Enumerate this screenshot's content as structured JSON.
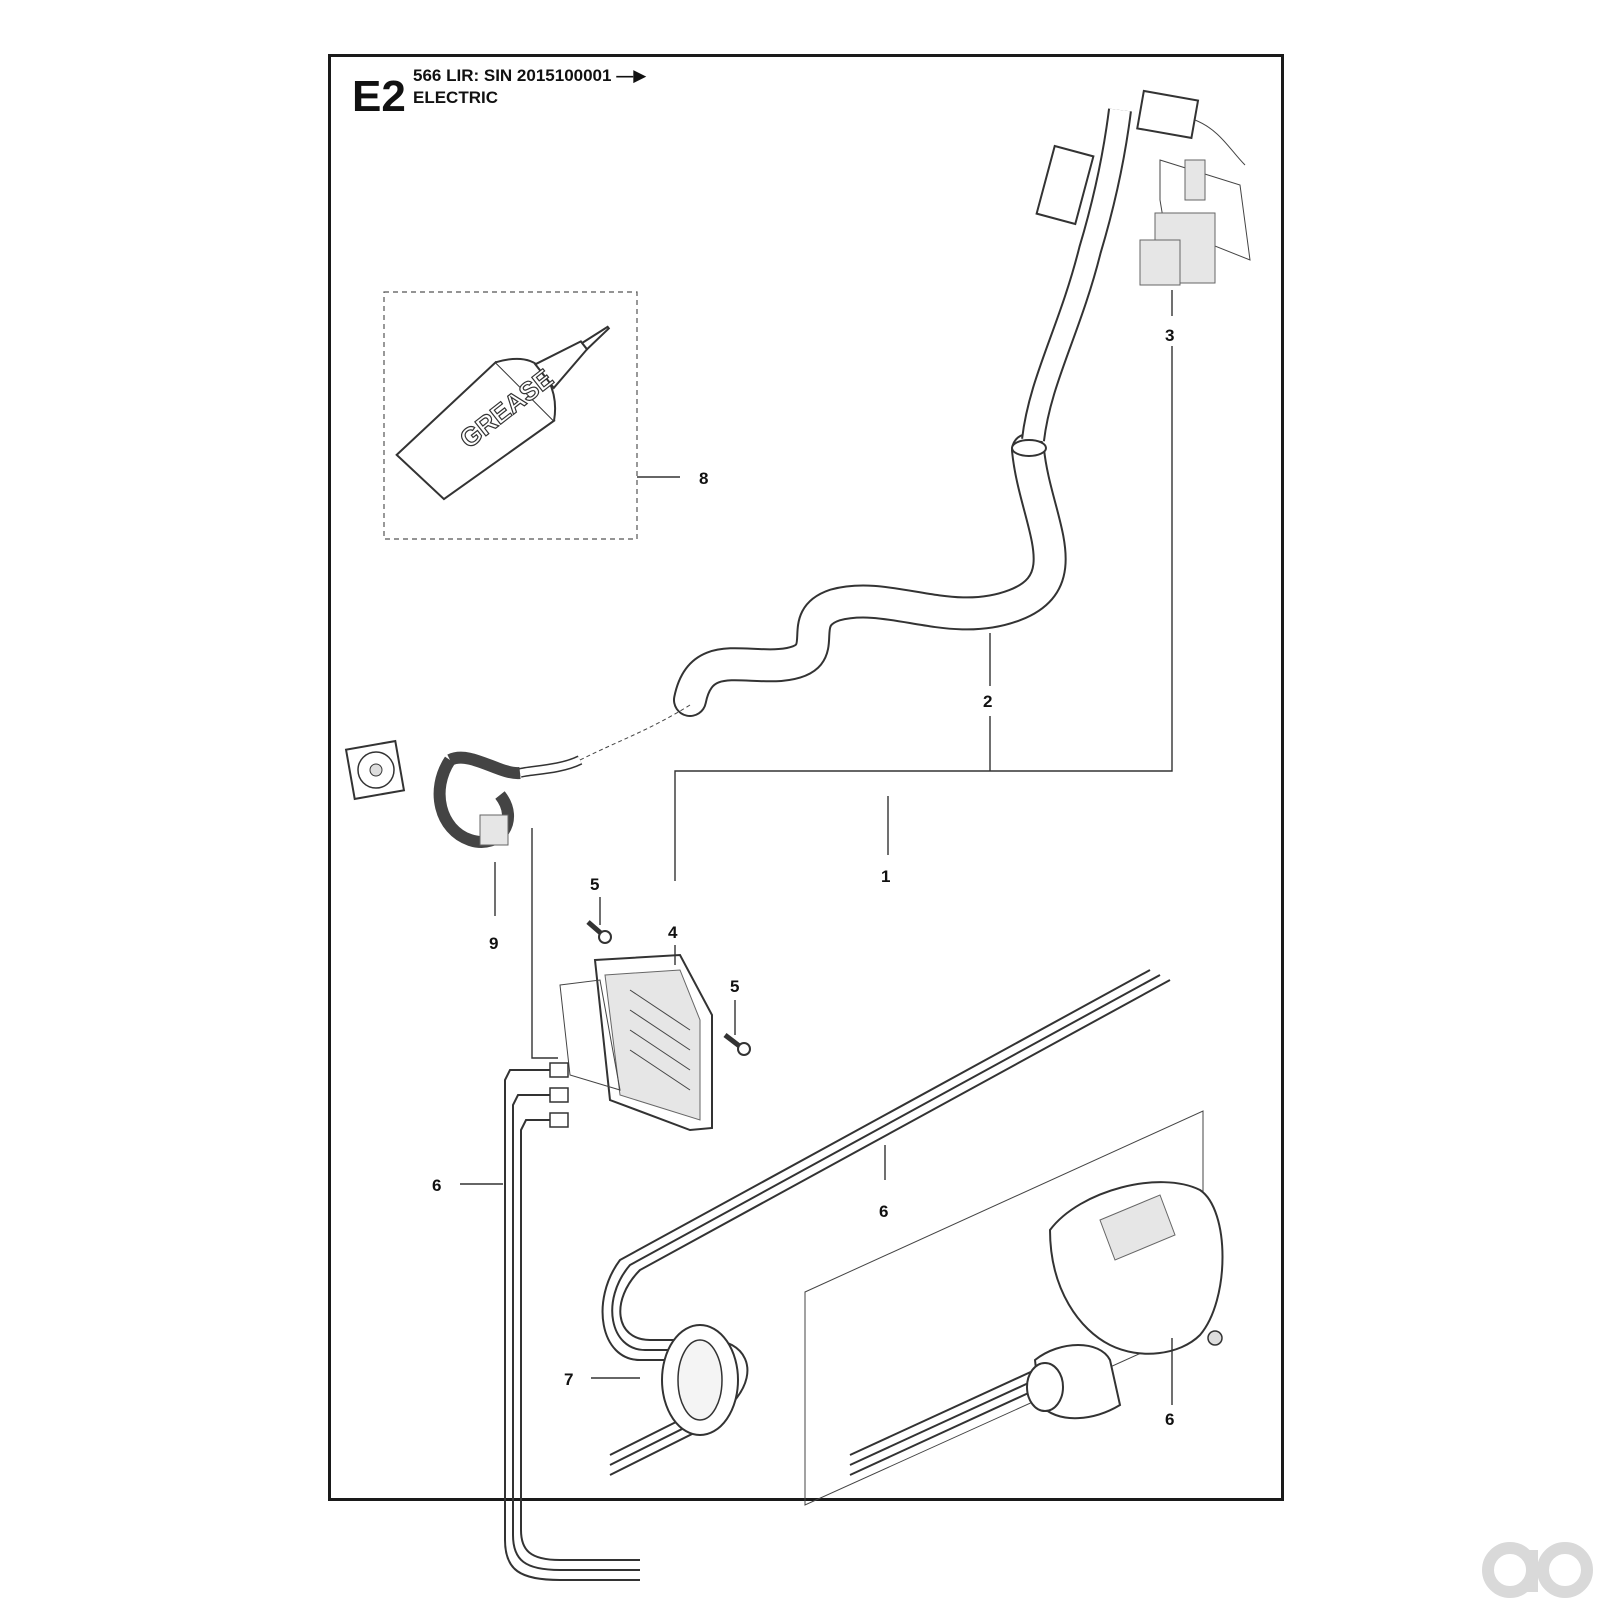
{
  "header": {
    "sheet_id": "E2",
    "model_line": "566 LIR: SIN 2015100001",
    "section_title": "ELECTRIC"
  },
  "tube_label": "GREASE",
  "callouts": [
    "1",
    "2",
    "3",
    "4",
    "5",
    "5",
    "6",
    "6",
    "6",
    "7",
    "8",
    "9"
  ],
  "colors": {
    "line": "#333333",
    "frame": "#1a1a1a",
    "watermark": "#d9d9d9"
  }
}
